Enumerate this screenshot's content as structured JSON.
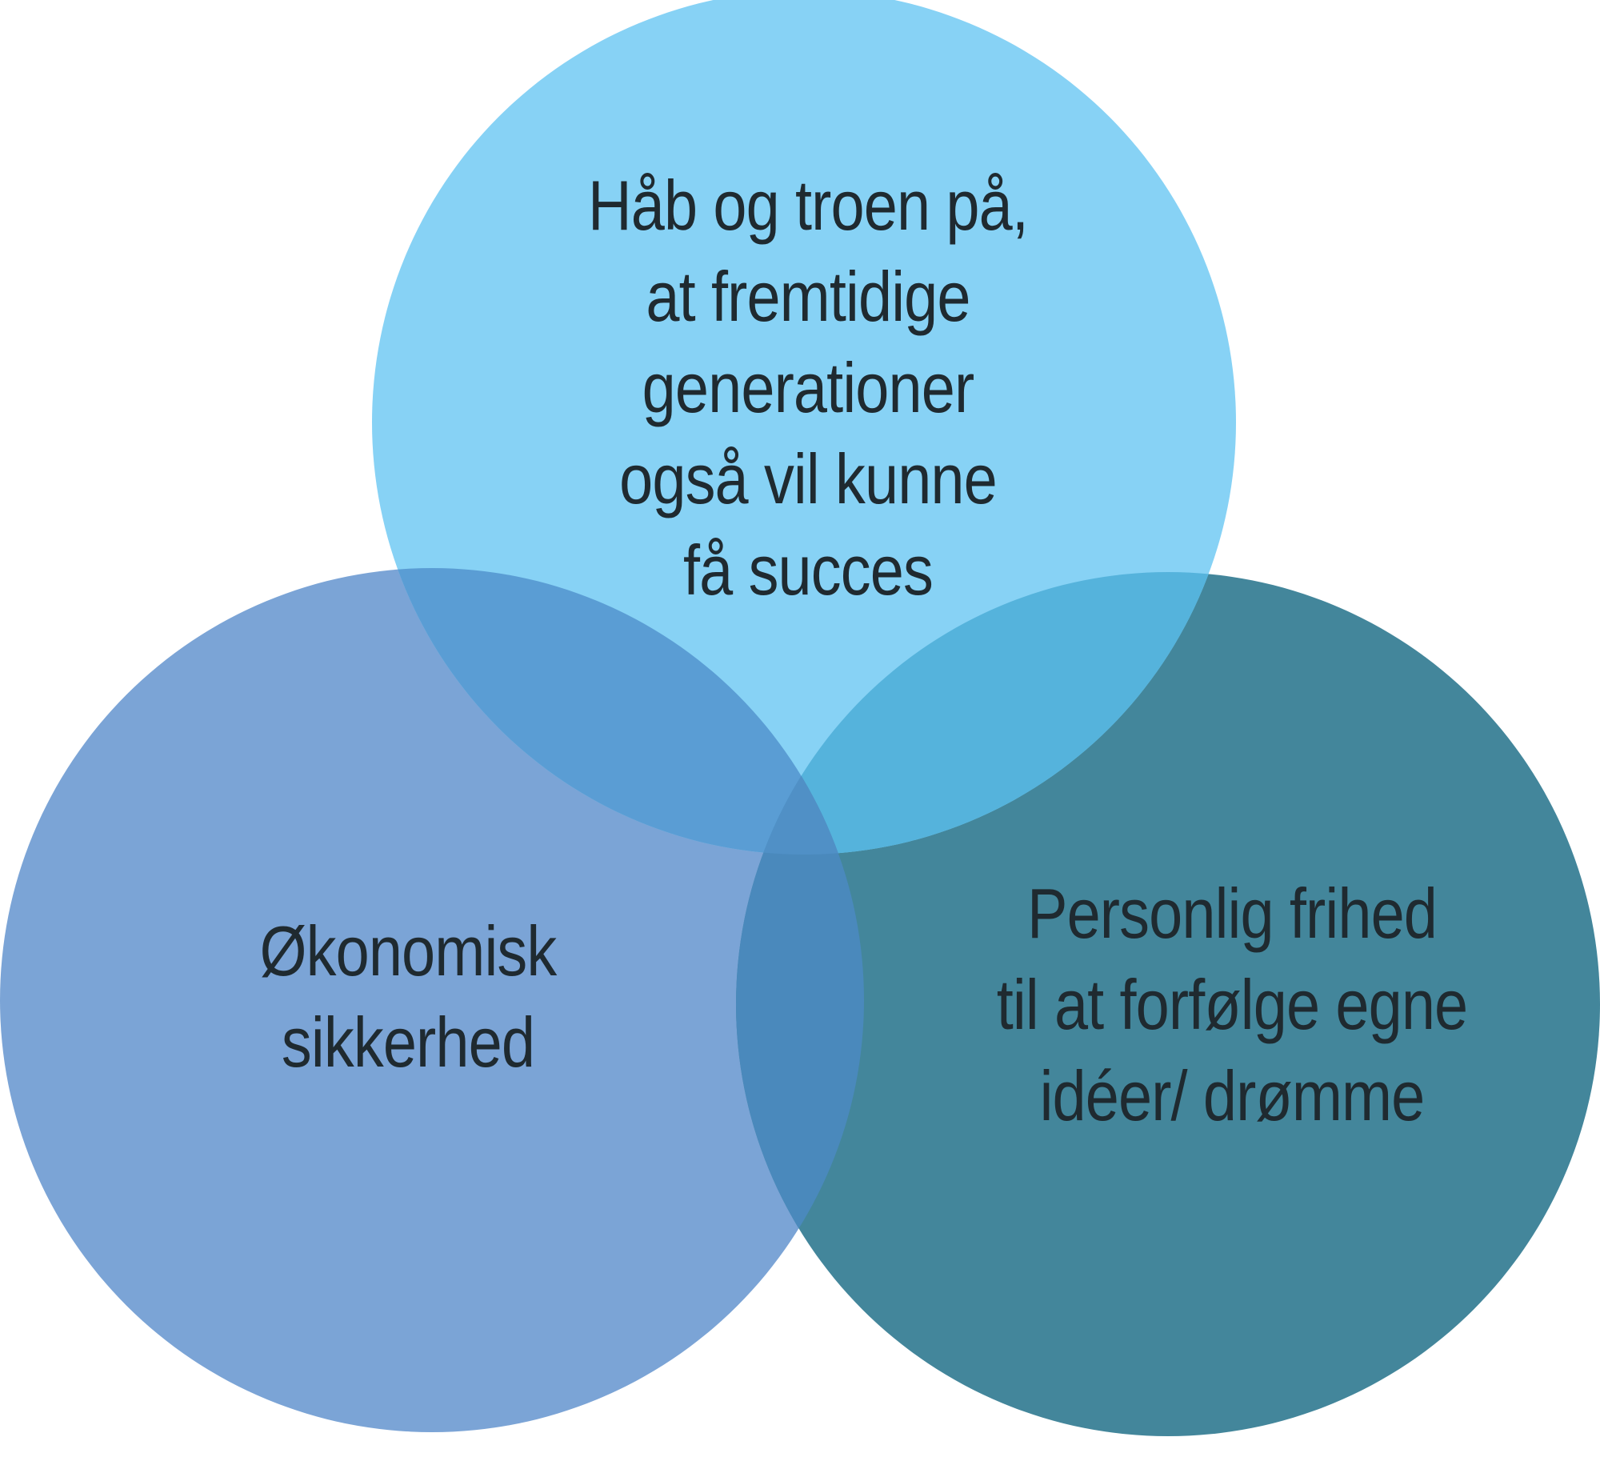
{
  "diagram": {
    "type": "venn",
    "circles": [
      {
        "id": "top",
        "color": "#87d2f5",
        "lines": [
          "Håb og troen på,",
          "at fremtidige",
          "generationer",
          "også vil kunne",
          "få succes"
        ]
      },
      {
        "id": "left",
        "color": "#7ba4d6",
        "lines": [
          "Økonomisk",
          "sikkerhed"
        ]
      },
      {
        "id": "right",
        "color": "#43869b",
        "lines": [
          "Personlig frihed",
          "til at forfølge egne",
          "idéer/ drømme"
        ]
      }
    ],
    "overlap_colors": {
      "top_left": "#5a9dd4",
      "top_right": "#55b3dc",
      "left_right": "#4a89bc",
      "center": "#5090c6"
    },
    "text_color": "#1f2a30"
  }
}
